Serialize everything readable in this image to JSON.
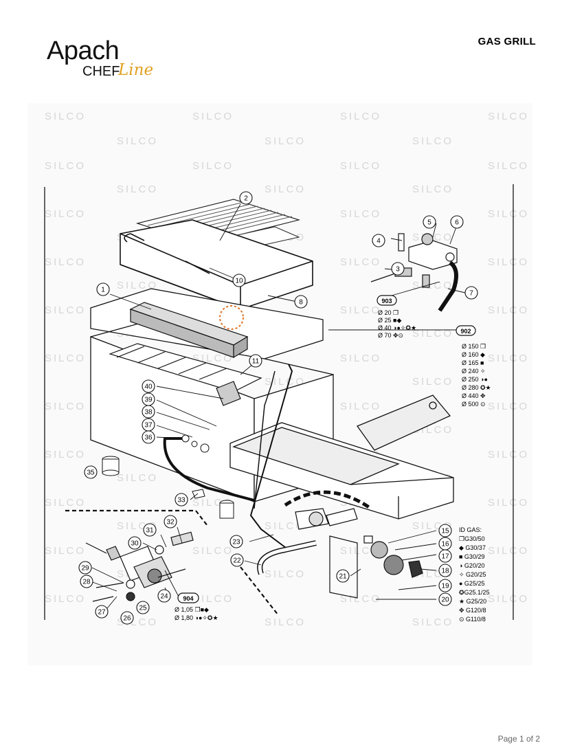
{
  "brand": {
    "line1": "Apach",
    "line2a": "CHEF",
    "line2b": "Line",
    "accent": "#e0a020"
  },
  "title": "GAS GRILL",
  "watermark": "SILCO",
  "callouts": [
    "1",
    "2",
    "3",
    "4",
    "5",
    "6",
    "7",
    "8",
    "10",
    "11",
    "15",
    "16",
    "17",
    "18",
    "19",
    "20",
    "21",
    "22",
    "23",
    "24",
    "25",
    "26",
    "27",
    "28",
    "29",
    "30",
    "31",
    "32",
    "33",
    "35",
    "36",
    "37",
    "38",
    "39",
    "40"
  ],
  "kits": {
    "k903": {
      "label": "903",
      "lines": [
        "Ø 20 ❒",
        "Ø 25 ■◆",
        "Ø 40 ◑●✧✪★",
        "Ø 70 ✥⊙"
      ]
    },
    "k902": {
      "label": "902",
      "lines": [
        "Ø 150 ❒",
        "Ø 160 ◆",
        "Ø 165 ■",
        "Ø 240 ✧",
        "Ø 250 ◑●",
        "Ø 280 ✪★",
        "Ø 440 ✥",
        "Ø 500 ⊙"
      ]
    },
    "k904": {
      "label": "904",
      "lines": [
        "Ø 1,05 ❒■◆",
        "Ø 1,80 ◑●✧✪★"
      ]
    }
  },
  "gas_legend": [
    "ID GAS:",
    "❒G30/50",
    "◆ G30/37",
    "■ G30/29",
    "◑ G20/20",
    "✧ G20/25",
    "● G25/25",
    "✪G25.1/25",
    "★ G25/20",
    "✥ G120/8",
    "⊙ G110/8"
  ],
  "footer": "Page 1 of 2"
}
